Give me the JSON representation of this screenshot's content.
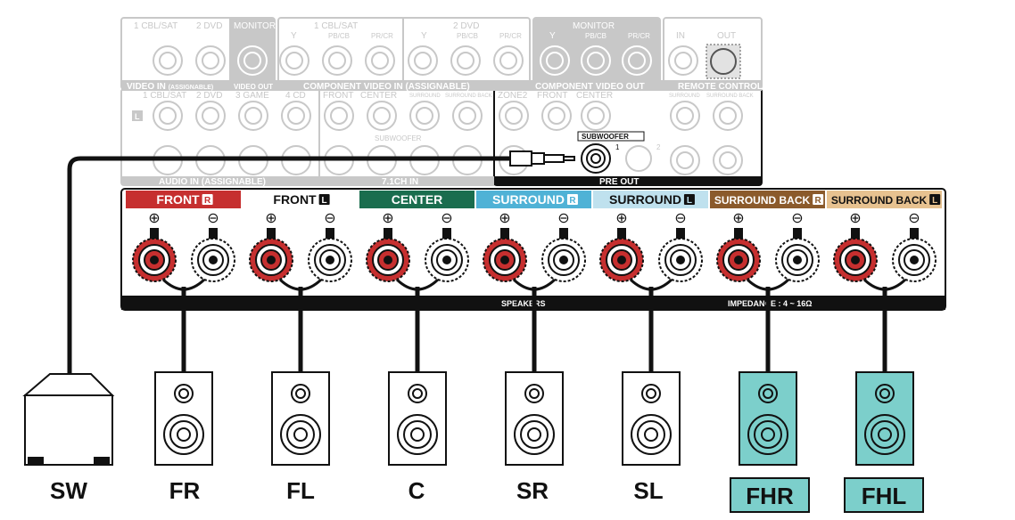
{
  "receiver": {
    "video_section": {
      "inputs": [
        "1 CBL/SAT",
        "2 DVD"
      ],
      "monitor": "MONITOR",
      "in_label": "VIDEO IN",
      "in_sub": "(ASSIGNABLE)",
      "out_label": "VIDEO OUT"
    },
    "component_section": {
      "inputs": [
        "1 CBL/SAT",
        "2 DVD"
      ],
      "monitor": "MONITOR",
      "jacks": [
        "Y",
        "PB/CB",
        "PR/CR"
      ],
      "in_label": "COMPONENT VIDEO IN (ASSIGNABLE)",
      "out_label": "COMPONENT VIDEO OUT"
    },
    "remote": {
      "in": "IN",
      "out": "OUT",
      "label": "REMOTE CONTROL"
    },
    "audio_section": {
      "l_badge": "L",
      "inputs": [
        "1 CBL/SAT",
        "2 DVD",
        "3 GAME",
        "4 CD"
      ],
      "label": "AUDIO IN (ASSIGNABLE)"
    },
    "ch71_section": {
      "inputs": [
        "FRONT",
        "CENTER",
        "SURROUND",
        "SURROUND BACK"
      ],
      "sub": "SUBWOOFER",
      "label": "7.1CH IN"
    },
    "preout_section": {
      "inputs": [
        "ZONE2",
        "FRONT",
        "CENTER",
        "SURROUND",
        "SURROUND BACK"
      ],
      "sub_tag": "SUBWOOFER",
      "sub_nums": [
        "1",
        "2"
      ],
      "label": "PRE OUT"
    },
    "speaker_terminals": {
      "channels": [
        {
          "label": "FRONT",
          "badge": "R",
          "color": "#c62f2f",
          "text_color": "#ffffff"
        },
        {
          "label": "FRONT",
          "badge": "L",
          "color": "#ffffff",
          "text_color": "#111111"
        },
        {
          "label": "CENTER",
          "badge": "",
          "color": "#1a6d4e",
          "text_color": "#ffffff"
        },
        {
          "label": "SURROUND",
          "badge": "R",
          "color": "#4fb2d6",
          "text_color": "#ffffff"
        },
        {
          "label": "SURROUND",
          "badge": "L",
          "color": "#bfe1ee",
          "text_color": "#111111"
        },
        {
          "label": "SURROUND BACK",
          "badge": "R",
          "color": "#8b5a2b",
          "text_color": "#ffffff"
        },
        {
          "label": "SURROUND BACK",
          "badge": "L",
          "color": "#e7c290",
          "text_color": "#111111"
        }
      ],
      "plus": "⊕",
      "minus": "⊖",
      "speakers_label": "SPEAKERS",
      "impedance_label": "IMPEDANCE : 4 ~ 16Ω"
    }
  },
  "speakers": [
    {
      "label": "SW",
      "highlight": false
    },
    {
      "label": "FR",
      "highlight": false
    },
    {
      "label": "FL",
      "highlight": false
    },
    {
      "label": "C",
      "highlight": false
    },
    {
      "label": "SR",
      "highlight": false
    },
    {
      "label": "SL",
      "highlight": false
    },
    {
      "label": "FHR",
      "highlight": true
    },
    {
      "label": "FHL",
      "highlight": true
    }
  ],
  "colors": {
    "faded": "#c8c8c8",
    "highlight": "#7ccfcb",
    "black": "#111111"
  }
}
